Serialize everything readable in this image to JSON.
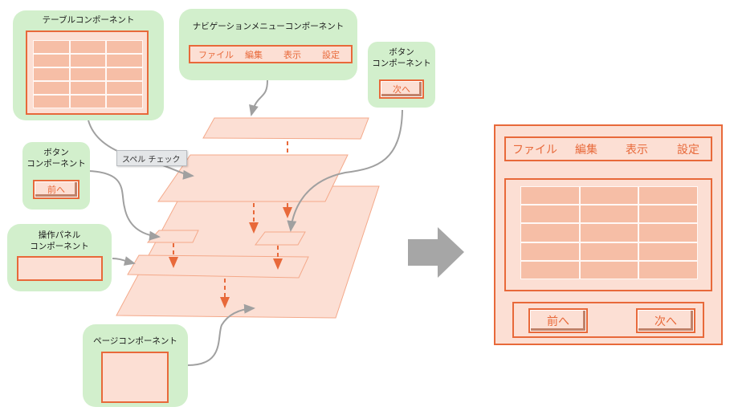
{
  "components": {
    "table": {
      "title": "テーブルコンポーネント",
      "rows": 5,
      "cols": 3
    },
    "navigation_menu": {
      "title": "ナビゲーションメニューコンポーネント",
      "items": [
        "ファイル",
        "編集",
        "表示",
        "設定"
      ]
    },
    "next_button": {
      "title": "ボタン\nコンポーネント",
      "label": "次へ"
    },
    "prev_button": {
      "title": "ボタン\nコンポーネント",
      "label": "前へ"
    },
    "operation_panel": {
      "title": "操作パネル\nコンポーネント"
    },
    "page": {
      "title": "ページコンポーネント"
    }
  },
  "tooltip": {
    "text": "スペル チェック"
  },
  "result": {
    "menu_items": [
      "ファイル",
      "編集",
      "表示",
      "設定"
    ],
    "table_rows": 5,
    "table_cols": 3,
    "prev_label": "前へ",
    "next_label": "次へ"
  },
  "colors": {
    "component_bg": "#d2efcc",
    "accent": "#e8693a",
    "fill": "#fcdfd4",
    "cell": "#f6bea6",
    "connector": "#a0a0a0",
    "arrow": "#a6a6a6"
  }
}
